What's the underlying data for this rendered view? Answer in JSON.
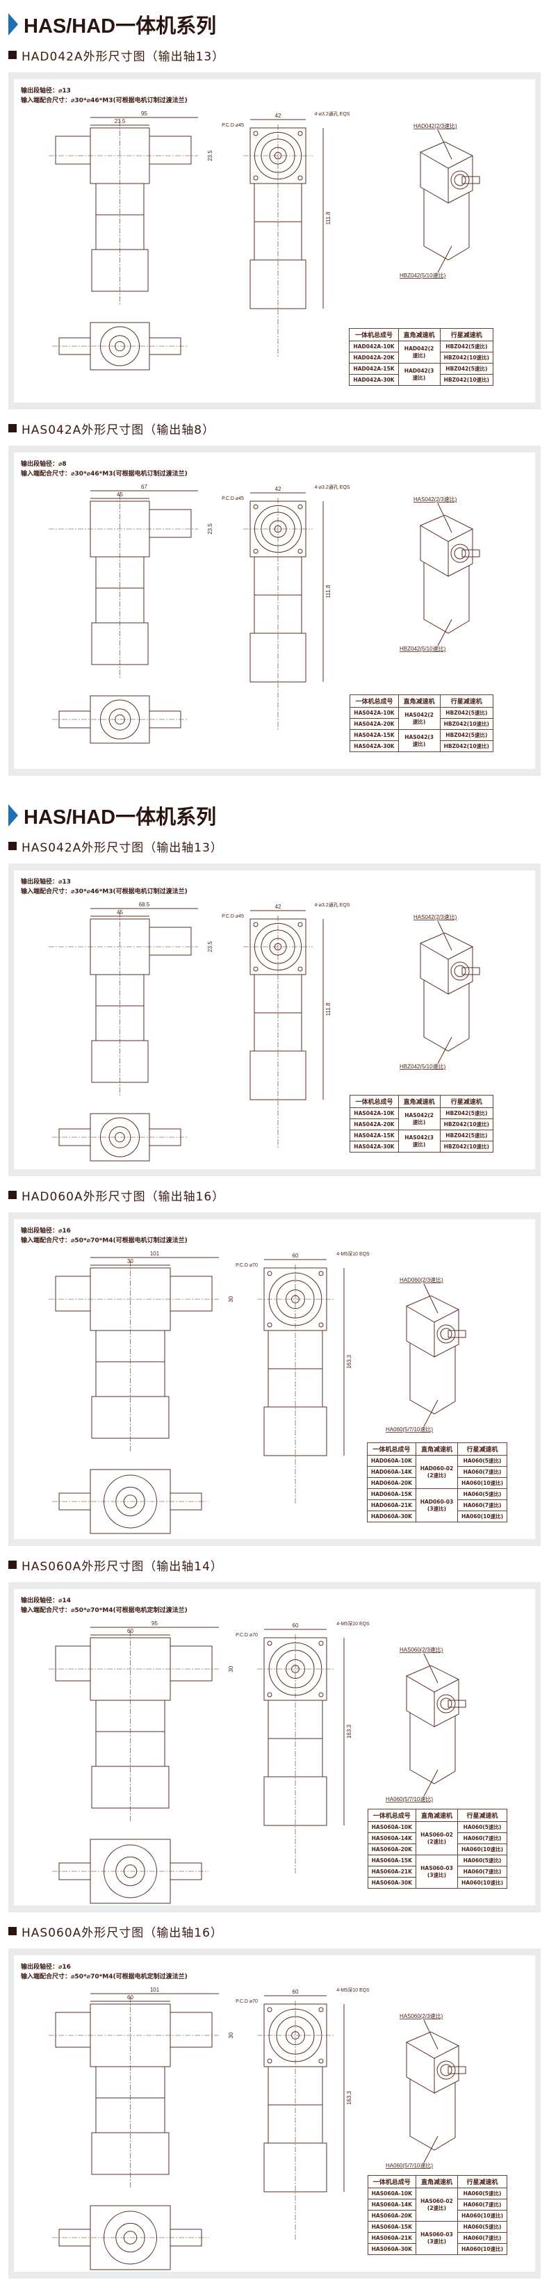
{
  "colors": {
    "accent": "#1f6fb2",
    "line": "#5a2e22",
    "panel_bg": "#e9ebec"
  },
  "series_title": "HAS/HAD一体机系列",
  "table_headers": [
    "一体机总成号",
    "直角减速机",
    "行星减速机"
  ],
  "sections": [
    {
      "title": "HAD042A外形尺寸图（输出轴13）",
      "spec1": "输出段轴径：⌀13",
      "spec2": "输入端配合尺寸：⌀30*⌀46*M3(可根据电机订制过渡法兰)",
      "dims": [
        "95",
        "23.5",
        "23.5",
        "42",
        "P.C.D ⌀45",
        "4-⌀3.2通孔 EQS",
        "111.8"
      ],
      "callout_top": "HAD042(2/3速比)",
      "callout_bottom": "HBZ042(5/10速比)",
      "groups": [
        {
          "right_angle": "HAD042(2速比)",
          "rows": [
            {
              "model": "HAD042A-10K",
              "planetary": "HBZ042(5速比)"
            },
            {
              "model": "HAD042A-20K",
              "planetary": "HBZ042(10速比)"
            }
          ]
        },
        {
          "right_angle": "HAD042(3速比)",
          "rows": [
            {
              "model": "HAD042A-15K",
              "planetary": "HBZ042(5速比)"
            },
            {
              "model": "HAD042A-30K",
              "planetary": "HBZ042(10速比)"
            }
          ]
        }
      ]
    },
    {
      "title": "HAS042A外形尺寸图（输出轴8）",
      "spec1": "输出段轴径：⌀8",
      "spec2": "输入端配合尺寸：⌀30*⌀46*M3(可根据电机订制过渡法兰)",
      "dims": [
        "67",
        "45",
        "23.5",
        "42",
        "P.C.D ⌀45",
        "4-⌀3.2通孔 EQS",
        "111.8"
      ],
      "callout_top": "HAS042(2/3速比)",
      "callout_bottom": "HBZ042(5/10速比)",
      "groups": [
        {
          "right_angle": "HAS042(2速比)",
          "rows": [
            {
              "model": "HAS042A-10K",
              "planetary": "HBZ042(5速比)"
            },
            {
              "model": "HAS042A-20K",
              "planetary": "HBZ042(10速比)"
            }
          ]
        },
        {
          "right_angle": "HAS042(3速比)",
          "rows": [
            {
              "model": "HAS042A-15K",
              "planetary": "HBZ042(5速比)"
            },
            {
              "model": "HAS042A-30K",
              "planetary": "HBZ042(10速比)"
            }
          ]
        }
      ]
    },
    {
      "title": "HAS042A外形尺寸图（输出轴13）",
      "spec1": "输出段轴径：⌀13",
      "spec2": "输入端配合尺寸：⌀30*⌀46*M3(可根据电机订制过渡法兰)",
      "dims": [
        "68.5",
        "45",
        "23.5",
        "42",
        "P.C.D ⌀45",
        "4-⌀3.2通孔 EQS",
        "111.8"
      ],
      "callout_top": "HAS042(2/3速比)",
      "callout_bottom": "HBZ042(5/10速比)",
      "groups": [
        {
          "right_angle": "HAS042(2速比)",
          "rows": [
            {
              "model": "HAS042A-10K",
              "planetary": "HBZ042(5速比)"
            },
            {
              "model": "HAS042A-20K",
              "planetary": "HBZ042(10速比)"
            }
          ]
        },
        {
          "right_angle": "HAS042(3速比)",
          "rows": [
            {
              "model": "HAS042A-15K",
              "planetary": "HBZ042(5速比)"
            },
            {
              "model": "HAS042A-30K",
              "planetary": "HBZ042(10速比)"
            }
          ]
        }
      ]
    },
    {
      "title": "HAD060A外形尺寸图（输出轴16）",
      "spec1": "输出段轴径：⌀16",
      "spec2": "输入端配合尺寸：⌀50*⌀70*M4(可根据电机订制过渡法兰)",
      "dims": [
        "101",
        "30",
        "30",
        "60",
        "P.C.D ⌀70",
        "4-M5深10 EQS",
        "163.3"
      ],
      "callout_top": "HAD060(2/3速比)",
      "callout_bottom": "HA060(5/7/10速比)",
      "groups": [
        {
          "right_angle": "HAD060-02 (2速比)",
          "rows": [
            {
              "model": "HAD060A-10K",
              "planetary": "HA060(5速比)"
            },
            {
              "model": "HAD060A-14K",
              "planetary": "HA060(7速比)"
            },
            {
              "model": "HAD060A-20K",
              "planetary": "HA060(10速比)"
            }
          ]
        },
        {
          "right_angle": "HAD060-03 (3速比)",
          "rows": [
            {
              "model": "HAD060A-15K",
              "planetary": "HA060(5速比)"
            },
            {
              "model": "HAD060A-21K",
              "planetary": "HA060(7速比)"
            },
            {
              "model": "HAD060A-30K",
              "planetary": "HA060(10速比)"
            }
          ]
        }
      ]
    },
    {
      "title": "HAS060A外形尺寸图（输出轴14）",
      "spec1": "输出段轴径：⌀14",
      "spec2": "输入端配合尺寸：⌀50*⌀70*M4(可根据电机定制过渡法兰)",
      "dims": [
        "95",
        "60",
        "30",
        "60",
        "P.C.D ⌀70",
        "4-M5深10 EQS",
        "163.3"
      ],
      "callout_top": "HAS060(2/3速比)",
      "callout_bottom": "HA060(5/7/10速比)",
      "groups": [
        {
          "right_angle": "HAS060-02 (2速比)",
          "rows": [
            {
              "model": "HAS060A-10K",
              "planetary": "HA060(5速比)"
            },
            {
              "model": "HAS060A-14K",
              "planetary": "HA060(7速比)"
            },
            {
              "model": "HAS060A-20K",
              "planetary": "HA060(10速比)"
            }
          ]
        },
        {
          "right_angle": "HAS060-03 (3速比)",
          "rows": [
            {
              "model": "HAS060A-15K",
              "planetary": "HA060(5速比)"
            },
            {
              "model": "HAS060A-21K",
              "planetary": "HA060(7速比)"
            },
            {
              "model": "HAS060A-30K",
              "planetary": "HA060(10速比)"
            }
          ]
        }
      ]
    },
    {
      "title": "HAS060A外形尺寸图（输出轴16）",
      "spec1": "输出段轴径：⌀16",
      "spec2": "输入端配合尺寸：⌀50*⌀70*M4(可根据电机定制过渡法兰)",
      "dims": [
        "101",
        "60",
        "30",
        "60",
        "P.C.D ⌀70",
        "4-M5深10 EQS",
        "163.3"
      ],
      "callout_top": "HAS060(2/3速比)",
      "callout_bottom": "HA060(5/7/10速比)",
      "groups": [
        {
          "right_angle": "HAS060-02 (2速比)",
          "rows": [
            {
              "model": "HAS060A-10K",
              "planetary": "HA060(5速比)"
            },
            {
              "model": "HAS060A-14K",
              "planetary": "HA060(7速比)"
            },
            {
              "model": "HAS060A-20K",
              "planetary": "HA060(10速比)"
            }
          ]
        },
        {
          "right_angle": "HAS060-03 (3速比)",
          "rows": [
            {
              "model": "HAS060A-15K",
              "planetary": "HA060(5速比)"
            },
            {
              "model": "HAS060A-21K",
              "planetary": "HA060(7速比)"
            },
            {
              "model": "HAS060A-30K",
              "planetary": "HA060(10速比)"
            }
          ]
        }
      ]
    }
  ]
}
